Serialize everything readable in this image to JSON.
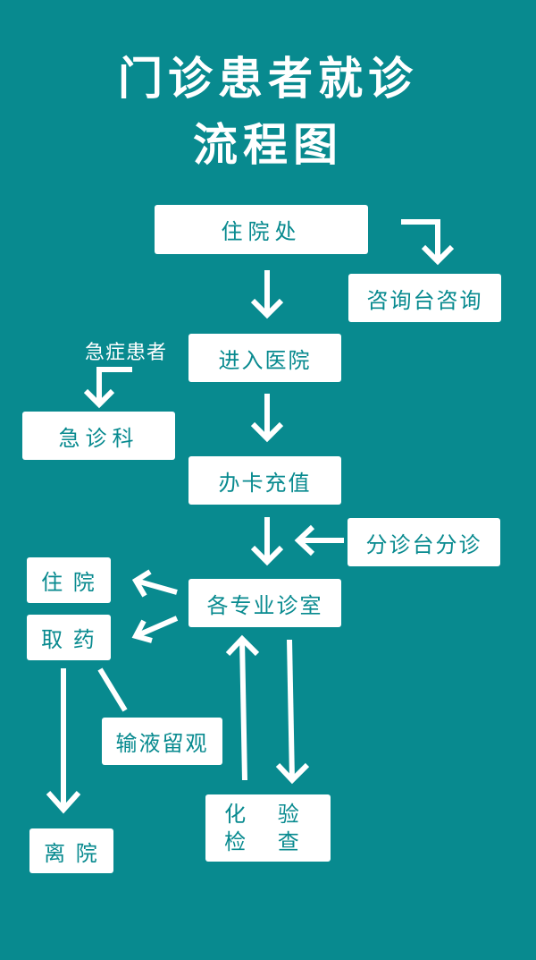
{
  "title": {
    "line1": "门诊患者就诊",
    "line2": "流程图"
  },
  "nodes": {
    "admission_office": "住院处",
    "consult_desk": "咨询台咨询",
    "enter_hospital": "进入医院",
    "emergency_patient": "急症患者",
    "emergency_dept": "急诊科",
    "card_recharge": "办卡充值",
    "triage_desk": "分诊台分诊",
    "specialty_clinics": "各专业诊室",
    "hospitalize": "住 院",
    "get_medicine": "取 药",
    "infusion_observation": "输液留观",
    "leave_hospital": "离 院",
    "lab_test_line1": "化 验",
    "lab_test_line2": "检 查"
  },
  "colors": {
    "background": "#088a8f",
    "box": "#ffffff",
    "box_text": "#088a8f",
    "arrow": "#ffffff"
  }
}
